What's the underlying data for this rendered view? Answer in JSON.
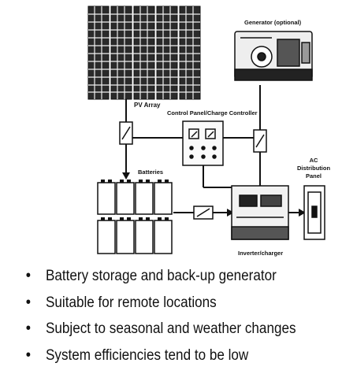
{
  "labels": {
    "pv_array": "PV Array",
    "generator": "Generator (optional)",
    "control_panel": "Control Panel/Charge Controller",
    "batteries": "Batteries",
    "ac_panel_line1": "AC",
    "ac_panel_line2": "Distribution",
    "ac_panel_line3": "Panel",
    "inverter": "Inverter/charger"
  },
  "bullets": [
    "Battery storage and back-up generator",
    "Suitable for remote locations",
    "Subject to seasonal and weather changes",
    "System efficiencies tend to be low"
  ]
}
